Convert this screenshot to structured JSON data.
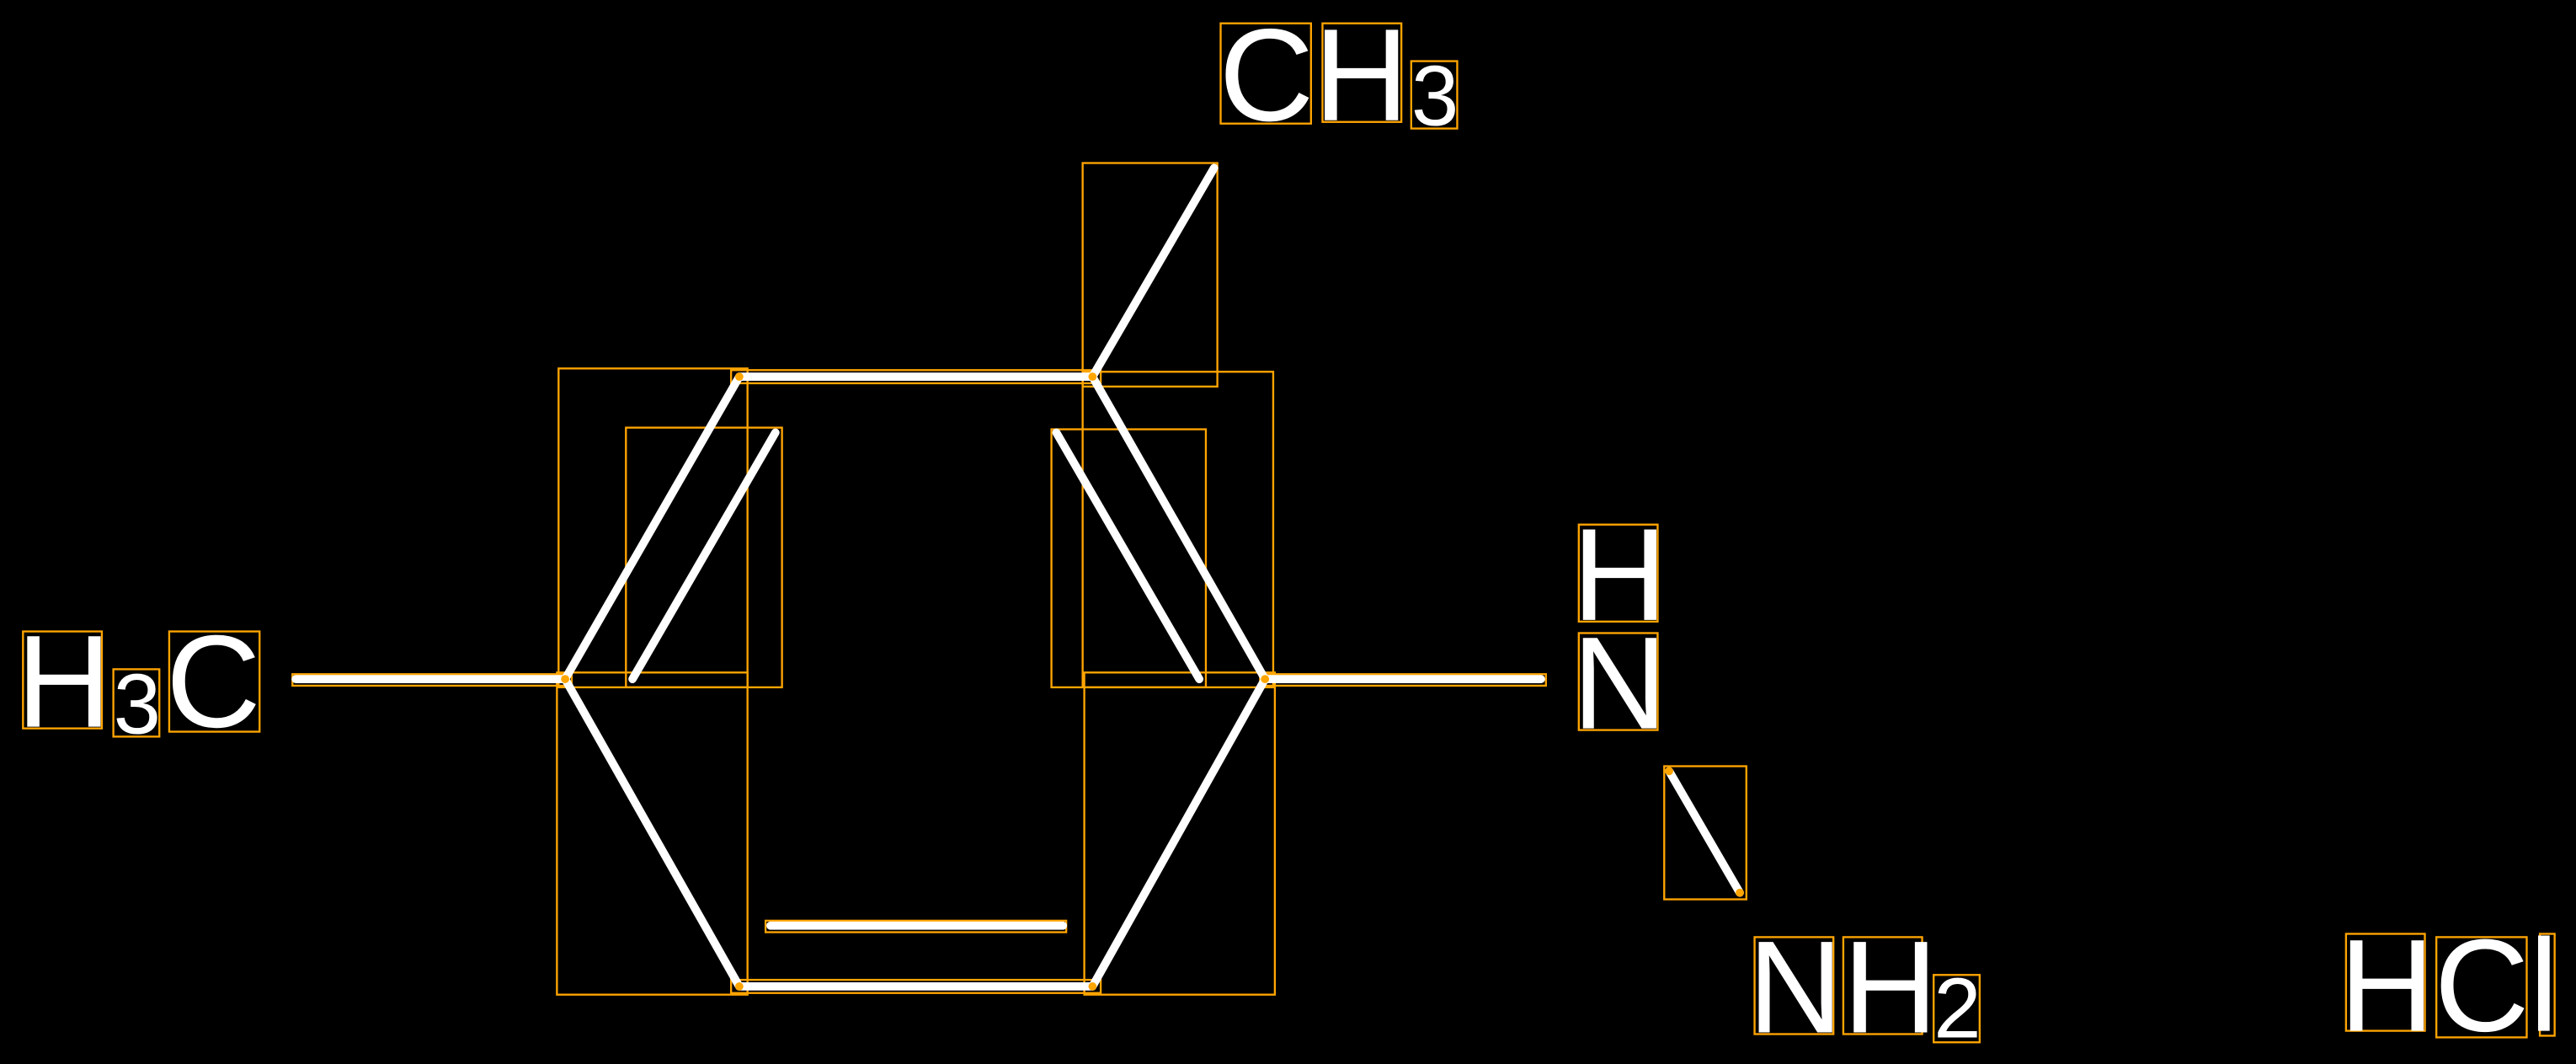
{
  "molecule": {
    "labels": {
      "methyl_top": {
        "main": "CH",
        "sub": "3"
      },
      "methyl_left": {
        "pre": "H",
        "sub": "3",
        "main": "C"
      },
      "nh_h": "H",
      "nh_n": "N",
      "amine": {
        "main": "NH",
        "sub": "2"
      },
      "salt": "HCl"
    }
  },
  "colors": {
    "background": "#000000",
    "bond": "#ffffff",
    "annotation_box": "#ffa500"
  }
}
